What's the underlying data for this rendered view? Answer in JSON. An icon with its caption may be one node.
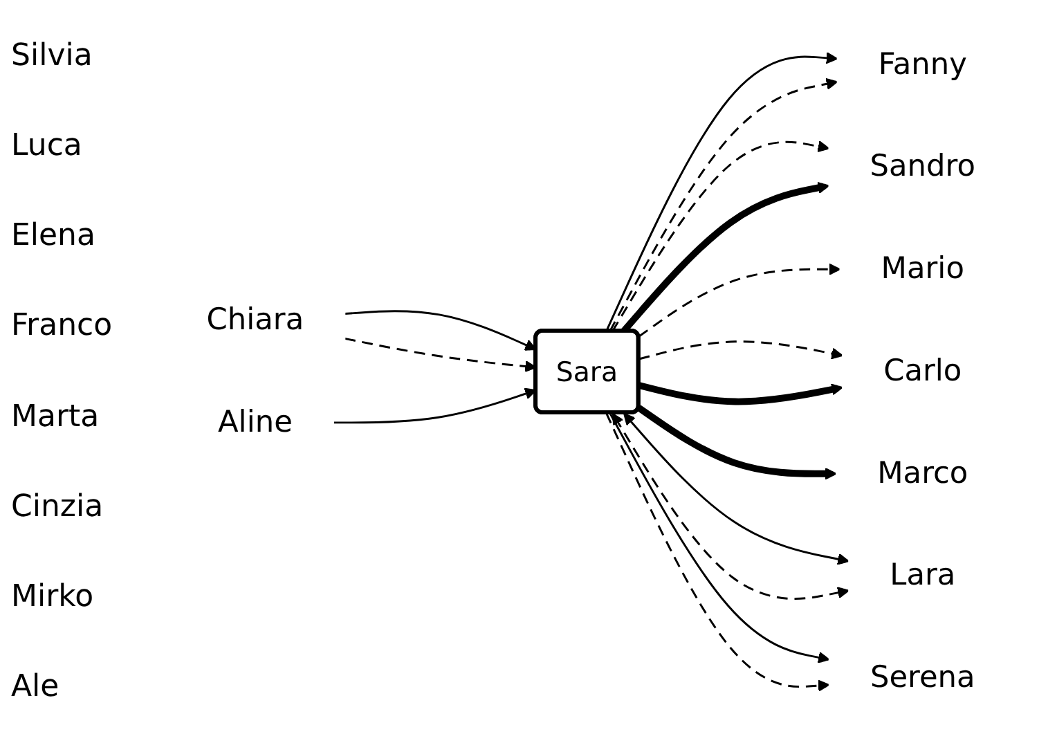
{
  "diagram": {
    "nodes": [
      {
        "text": [
          "Chiara"
        ]
      },
      {
        "text": [
          "Sandro"
        ]
      },
      {
        "text": [
          "Fanny"
        ]
      },
      {
        "text": [
          "Aline"
        ]
      },
      {
        "text": [
          "Mario"
        ]
      },
      {
        "text": [
          "Sara"
        ]
      },
      {
        "text": [
          "Carlo"
        ]
      },
      {
        "text": [
          "Serena"
        ]
      },
      {
        "text": [
          "Lara"
        ]
      },
      {
        "text": [
          "Marco"
        ]
      }
    ],
    "edges": [
      {
        "from": 0,
        "to": 5,
        "arrow": "to"
      },
      {
        "from": 0,
        "to": 5,
        "arrow": "to",
        "style": "dashed"
      },
      {
        "from": 3,
        "to": 5,
        "arrow": "to"
      },
      {
        "from": 5,
        "to": 2,
        "arrow": "to"
      },
      {
        "from": 5,
        "to": 2,
        "arrow": "to",
        "style": "dashed"
      },
      {
        "from": 5,
        "to": 1,
        "arrow": "to",
        "style": "dashed"
      },
      {
        "from": 5,
        "to": 1,
        "arrow": "to",
        "style": "thick"
      },
      {
        "from": 5,
        "to": 4,
        "arrow": "to",
        "style": "dashed"
      },
      {
        "from": 5,
        "to": 6,
        "arrow": "to",
        "style": "dashed"
      },
      {
        "from": 5,
        "to": 6,
        "arrow": "to",
        "style": "thick"
      },
      {
        "from": 5,
        "to": 9,
        "arrow": "to",
        "style": "thick"
      },
      {
        "from": 5,
        "to": 8,
        "arrow": "both"
      },
      {
        "from": 5,
        "to": 8,
        "arrow": "both",
        "style": "dashed"
      },
      {
        "from": 5,
        "to": 7,
        "arrow": "to"
      },
      {
        "from": 5,
        "to": 7,
        "arrow": "to",
        "style": "dashed"
      }
    ],
    "labels": [
      "Silvia",
      "Luca",
      "Elena",
      "Franco",
      "Marta",
      "Cinzia",
      "Mirko",
      "Ale"
    ]
  }
}
